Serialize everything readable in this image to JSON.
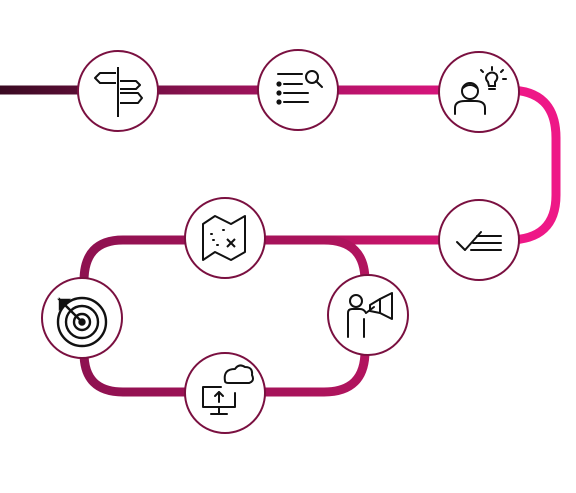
{
  "colors": {
    "dark": "#4a0d2b",
    "mid": "#a3125e",
    "bright": "#e6147f",
    "node_border": "#7a1040",
    "node_fill": "#ffffff",
    "icon": "#111111"
  },
  "nodes": [
    {
      "id": "signpost",
      "icon": "signpost-icon"
    },
    {
      "id": "search-list",
      "icon": "search-list-icon"
    },
    {
      "id": "idea-person",
      "icon": "idea-person-icon"
    },
    {
      "id": "checklist",
      "icon": "checklist-icon"
    },
    {
      "id": "treasure-map",
      "icon": "treasure-map-icon"
    },
    {
      "id": "megaphone-person",
      "icon": "megaphone-person-icon"
    },
    {
      "id": "target",
      "icon": "target-icon"
    },
    {
      "id": "cloud-upload",
      "icon": "cloud-upload-icon"
    }
  ]
}
